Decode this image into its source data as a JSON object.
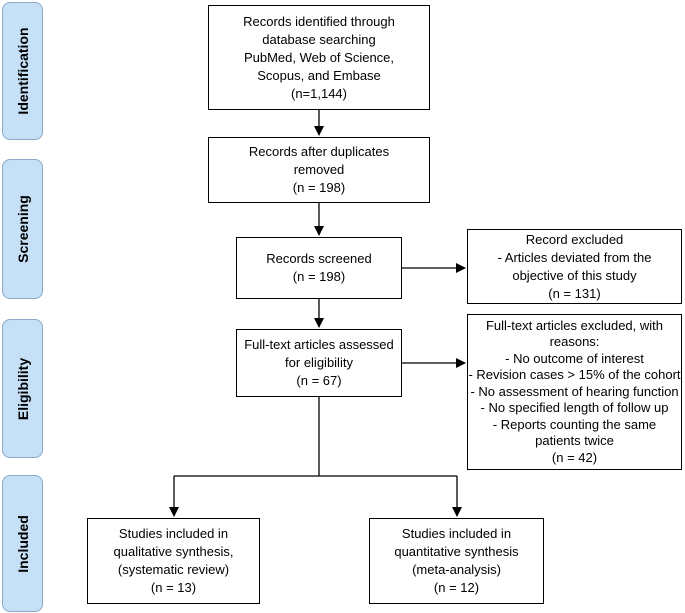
{
  "phases": {
    "identification": "Identification",
    "screening": "Screening",
    "eligibility": "Eligibility",
    "included": "Included"
  },
  "boxes": {
    "identified": [
      "Records identified through",
      "database searching",
      "PubMed, Web of Science,",
      "Scopus, and Embase",
      "(n=1,144)"
    ],
    "duplicates_removed": [
      "Records after duplicates",
      "removed",
      "(n = 198)"
    ],
    "screened": [
      "Records screened",
      "(n = 198)"
    ],
    "excluded": [
      "Record excluded",
      "- Articles deviated from the",
      "objective of this study",
      "(n = 131)"
    ],
    "fulltext_assessed": [
      "Full-text articles assessed",
      "for eligibility",
      "(n = 67)"
    ],
    "fulltext_excluded": [
      "Full-text articles excluded, with",
      "reasons:",
      "- No outcome of interest",
      "- Revision cases > 15% of the cohort",
      "- No assessment of hearing function",
      "- No specified length of follow up",
      "- Reports counting the same",
      "patients twice",
      "(n = 42)"
    ],
    "qualitative": [
      "Studies included in",
      "qualitative synthesis,",
      "(systematic review)",
      "(n = 13)"
    ],
    "quantitative": [
      "Studies included in",
      "quantitative synthesis",
      "(meta-analysis)",
      "(n = 12)"
    ]
  }
}
